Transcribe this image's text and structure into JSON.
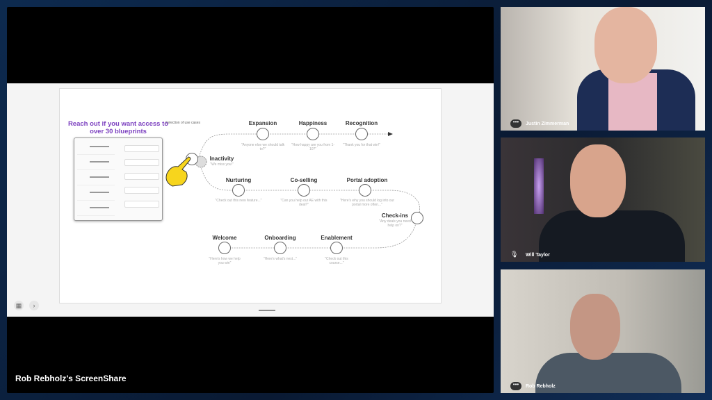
{
  "screenshare": {
    "name": "Rob Rebholz's ScreenShare"
  },
  "slide": {
    "caption": "Selection of use cases",
    "promo": "Reach out if you want access to over 30 blueprints",
    "steps": [
      {
        "label": "Expansion",
        "quote": "\"Anyone else we should talk to?\""
      },
      {
        "label": "Happiness",
        "quote": "\"How happy are you from 1-10?\""
      },
      {
        "label": "Recognition",
        "quote": "\"Thank you for that win!\""
      },
      {
        "label": "Inactivity",
        "quote": "\"We miss you!\""
      },
      {
        "label": "Nurturing",
        "quote": "\"Check out this new feature...\""
      },
      {
        "label": "Co-selling",
        "quote": "\"Can you help our AE with this deal?\""
      },
      {
        "label": "Portal adoption",
        "quote": "\"Here's why you should log into our portal more often...\""
      },
      {
        "label": "Check-ins",
        "quote": "\"Any deals you need help on?\""
      },
      {
        "label": "Welcome",
        "quote": "\"Here's how we help you win\""
      },
      {
        "label": "Onboarding",
        "quote": "\"Here's what's next...\""
      },
      {
        "label": "Enablement",
        "quote": "\"Check out this course...\""
      }
    ]
  },
  "participants": [
    {
      "name": "Justin Zimmerman",
      "muted": false
    },
    {
      "name": "Will Taylor",
      "muted": true
    },
    {
      "name": "Rob Rebholz",
      "muted": false
    }
  ],
  "controls": {
    "grid": "▦",
    "next": "›",
    "more": "•••",
    "muted_icon": "🎙"
  }
}
